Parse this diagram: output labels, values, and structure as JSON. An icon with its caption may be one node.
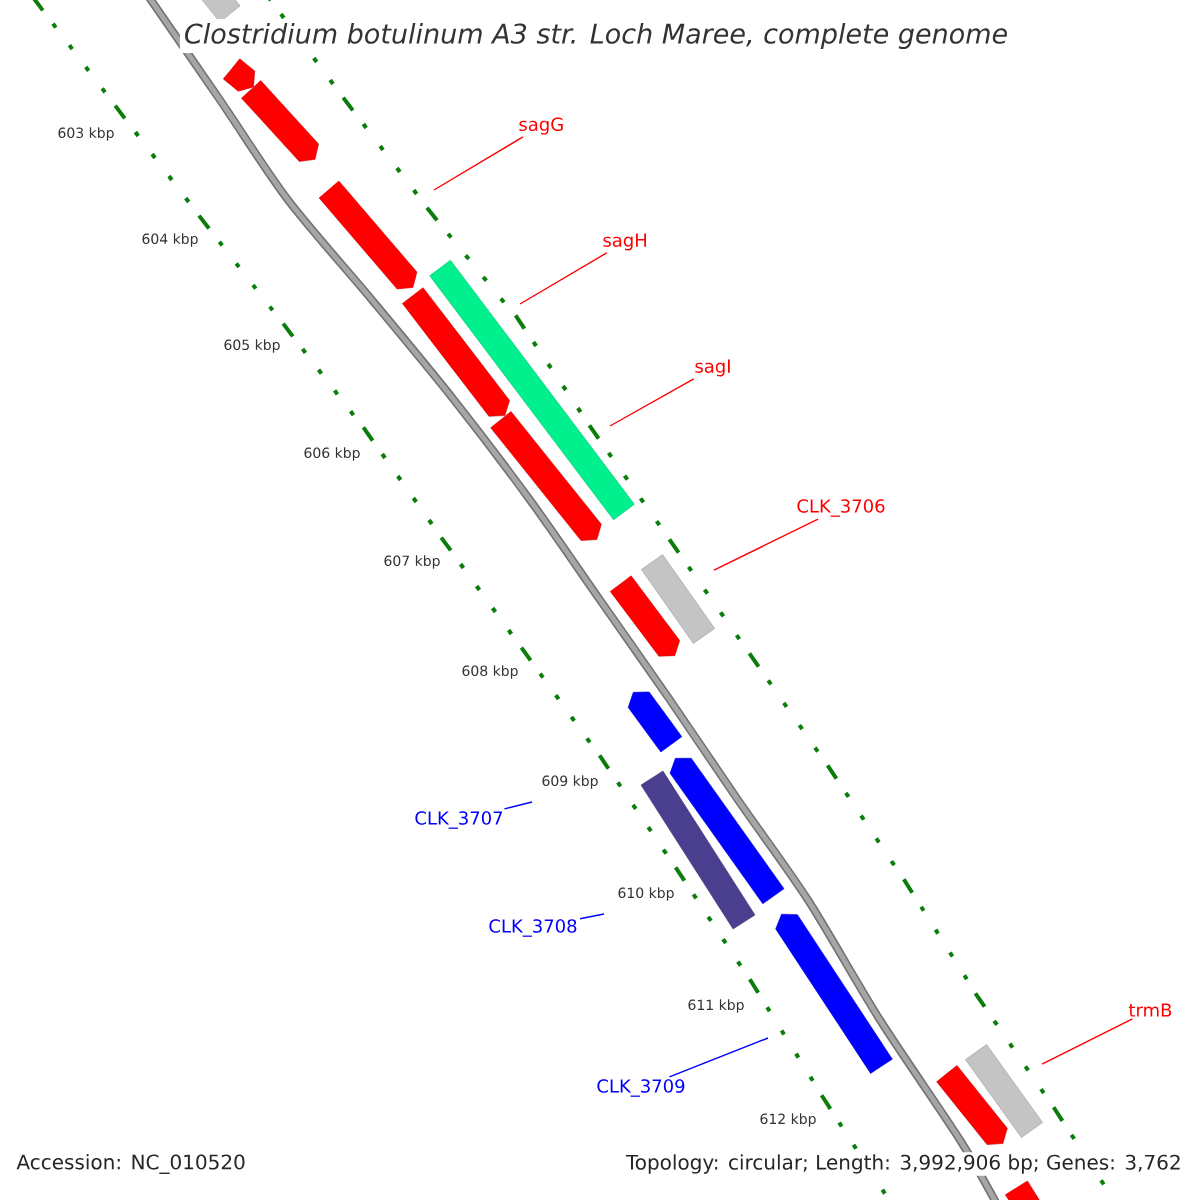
{
  "diagram": {
    "title": "Clostridium botulinum A3 str. Loch Maree, complete genome",
    "nodes": [
      {
        "text": [
          "sagG"
        ]
      },
      {
        "text": [
          "sagH"
        ]
      },
      {
        "text": [
          "sagI"
        ]
      },
      {
        "text": [
          "CLK_3706"
        ]
      },
      {
        "text": [
          "CLK_3707"
        ]
      },
      {
        "text": [
          "CLK_3708"
        ]
      },
      {
        "text": [
          "CLK_3709"
        ]
      },
      {
        "text": [
          "trmB"
        ]
      },
      {
        "text": [],
        "shape": "bar"
      },
      {
        "text": [],
        "shape": "pentagon"
      },
      {
        "text": [],
        "shape": "pentagon"
      },
      {
        "text": [],
        "shape": "pentagon"
      },
      {
        "text": [],
        "shape": "bar"
      },
      {
        "text": [],
        "shape": "pentagon"
      },
      {
        "text": [],
        "shape": "pentagon"
      },
      {
        "text": [],
        "shape": "bar"
      },
      {
        "text": [],
        "shape": "pentagon"
      },
      {
        "text": [],
        "shape": "pentagon"
      },
      {
        "text": [],
        "shape": "pentagon"
      },
      {
        "text": [],
        "shape": "bar"
      },
      {
        "text": [],
        "shape": "pentagon"
      },
      {
        "text": [],
        "shape": "bar"
      },
      {
        "text": [],
        "shape": "pentagon"
      },
      {
        "text": [],
        "shape": "pentagon"
      }
    ],
    "edges": [
      {
        "from": 0,
        "to": null,
        "arrow": "none"
      },
      {
        "from": 1,
        "to": null,
        "arrow": "none"
      },
      {
        "from": 2,
        "to": null,
        "arrow": "none"
      },
      {
        "from": 3,
        "to": null,
        "arrow": "none"
      },
      {
        "from": 4,
        "to": null,
        "arrow": "none",
        "color": "#0000ff"
      },
      {
        "from": 5,
        "to": null,
        "arrow": "none",
        "color": "#0000ff"
      },
      {
        "from": 6,
        "to": null,
        "arrow": "none",
        "color": "#0000ff"
      },
      {
        "from": 7,
        "to": null,
        "arrow": "none"
      }
    ],
    "labels": [
      "603 kbp",
      "604 kbp",
      "605 kbp",
      "606 kbp",
      "607 kbp",
      "608 kbp",
      "609 kbp",
      "610 kbp",
      "611 kbp",
      "612 kbp",
      "Accession: NC_010520",
      "Topology: circular; Length: 3,992,906 bp; Genes: 3,762"
    ]
  }
}
